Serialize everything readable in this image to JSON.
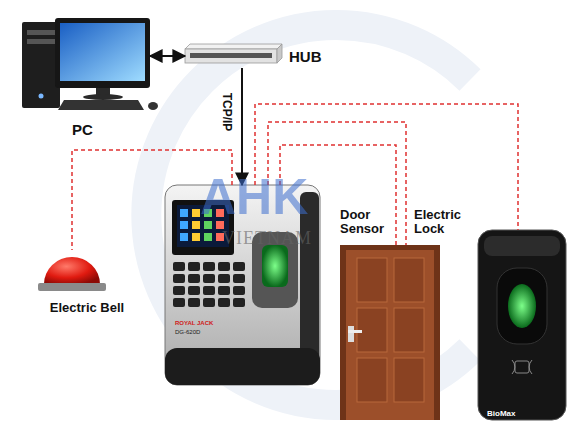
{
  "diagram": {
    "nodes": [
      {
        "text": [
          "PC"
        ]
      },
      {
        "text": [
          "HUB"
        ]
      },
      {
        "text": [
          "Electric Bell"
        ]
      },
      {
        "text": [
          "ROYAL JACK",
          "DG-620D"
        ]
      },
      {
        "text": [
          "Door Sensor",
          "Electric Lock"
        ]
      },
      {
        "text": [
          "BioMax"
        ]
      }
    ],
    "edges": [
      {
        "from": 0,
        "to": 1,
        "arrow": "both"
      },
      {
        "from": 1,
        "to": 3,
        "label": "TCP/IP",
        "arrow": "to"
      },
      {
        "from": 3,
        "to": 2,
        "arrow": "none"
      },
      {
        "from": 3,
        "to": 4,
        "arrow": "none"
      },
      {
        "from": 3,
        "to": 4,
        "arrow": "none"
      },
      {
        "from": 3,
        "to": 5,
        "arrow": "none"
      }
    ],
    "labels": [
      "AHK",
      "VIETNAM"
    ]
  }
}
